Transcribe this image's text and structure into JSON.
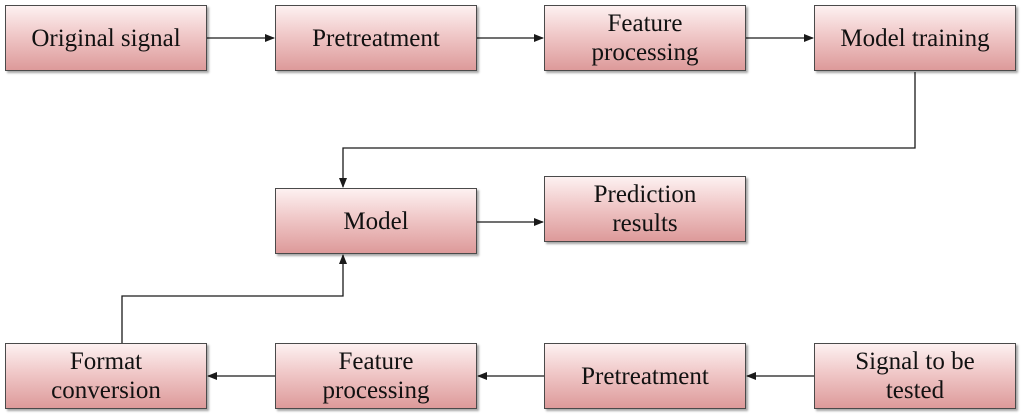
{
  "nodes": {
    "original_signal": "Original signal",
    "pretreatment_top": "Pretreatment",
    "feature_processing_top": "Feature processing",
    "model_training": "Model training",
    "model": "Model",
    "prediction_results": "Prediction results",
    "format_conversion": "Format conversion",
    "feature_processing_bottom": "Feature processing",
    "pretreatment_bottom": "Pretreatment",
    "signal_to_be_tested": "Signal to be tested"
  },
  "edges": [
    {
      "from": "original_signal",
      "to": "pretreatment_top"
    },
    {
      "from": "pretreatment_top",
      "to": "feature_processing_top"
    },
    {
      "from": "feature_processing_top",
      "to": "model_training"
    },
    {
      "from": "model_training",
      "to": "model"
    },
    {
      "from": "model",
      "to": "prediction_results"
    },
    {
      "from": "signal_to_be_tested",
      "to": "pretreatment_bottom"
    },
    {
      "from": "pretreatment_bottom",
      "to": "feature_processing_bottom"
    },
    {
      "from": "feature_processing_bottom",
      "to": "format_conversion"
    },
    {
      "from": "format_conversion",
      "to": "model"
    }
  ],
  "colors": {
    "box_top": "#fdf1f1",
    "box_bottom": "#dd9a9a",
    "box_border": "#4a4a4a",
    "line": "#1a1a1a"
  }
}
